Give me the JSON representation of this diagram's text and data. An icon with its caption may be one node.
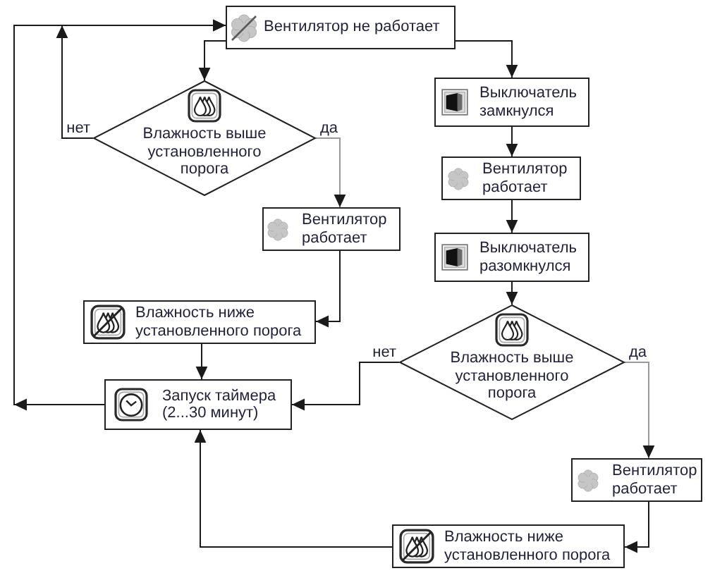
{
  "diagram": {
    "nodes": [
      {
        "text": [
          "Вентилятор не работает"
        ]
      },
      {
        "text": [
          "Влажность выше установленного порога"
        ]
      },
      {
        "text": [
          "Выключатель замкнулся"
        ]
      },
      {
        "text": [
          "Вентилятор работает"
        ]
      },
      {
        "text": [
          "Вентилятор работает"
        ]
      },
      {
        "text": [
          "Выключатель разомкнулся"
        ]
      },
      {
        "text": [
          "Влажность ниже установленного порога"
        ]
      },
      {
        "text": [
          "Влажность выше установленного порога"
        ]
      },
      {
        "text": [
          "Запуск таймера (2...30 минут)"
        ]
      },
      {
        "text": [
          "Вентилятор работает"
        ]
      },
      {
        "text": [
          "Влажность ниже установленного порога"
        ]
      }
    ],
    "edges": [
      {
        "from": 0,
        "to": 1,
        "arrow": "to"
      },
      {
        "from": 0,
        "to": 2,
        "arrow": "to"
      },
      {
        "from": 1,
        "to": 0,
        "arrow": "to",
        "label": "нет"
      },
      {
        "from": 1,
        "to": 4,
        "arrow": "to",
        "label": "да",
        "color": "#999999"
      },
      {
        "from": 2,
        "to": 3,
        "arrow": "to"
      },
      {
        "from": 3,
        "to": 5,
        "arrow": "to"
      },
      {
        "from": 4,
        "to": 6,
        "arrow": "to"
      },
      {
        "from": 5,
        "to": 7,
        "arrow": "to"
      },
      {
        "from": 6,
        "to": 8,
        "arrow": "to"
      },
      {
        "from": 8,
        "to": 0,
        "arrow": "to"
      },
      {
        "from": 7,
        "to": 8,
        "arrow": "to",
        "label": "нет"
      },
      {
        "from": 7,
        "to": 9,
        "arrow": "to",
        "label": "да",
        "color": "#999999"
      },
      {
        "from": 9,
        "to": 10,
        "arrow": "to"
      },
      {
        "from": 10,
        "to": 8,
        "arrow": "to"
      }
    ]
  }
}
